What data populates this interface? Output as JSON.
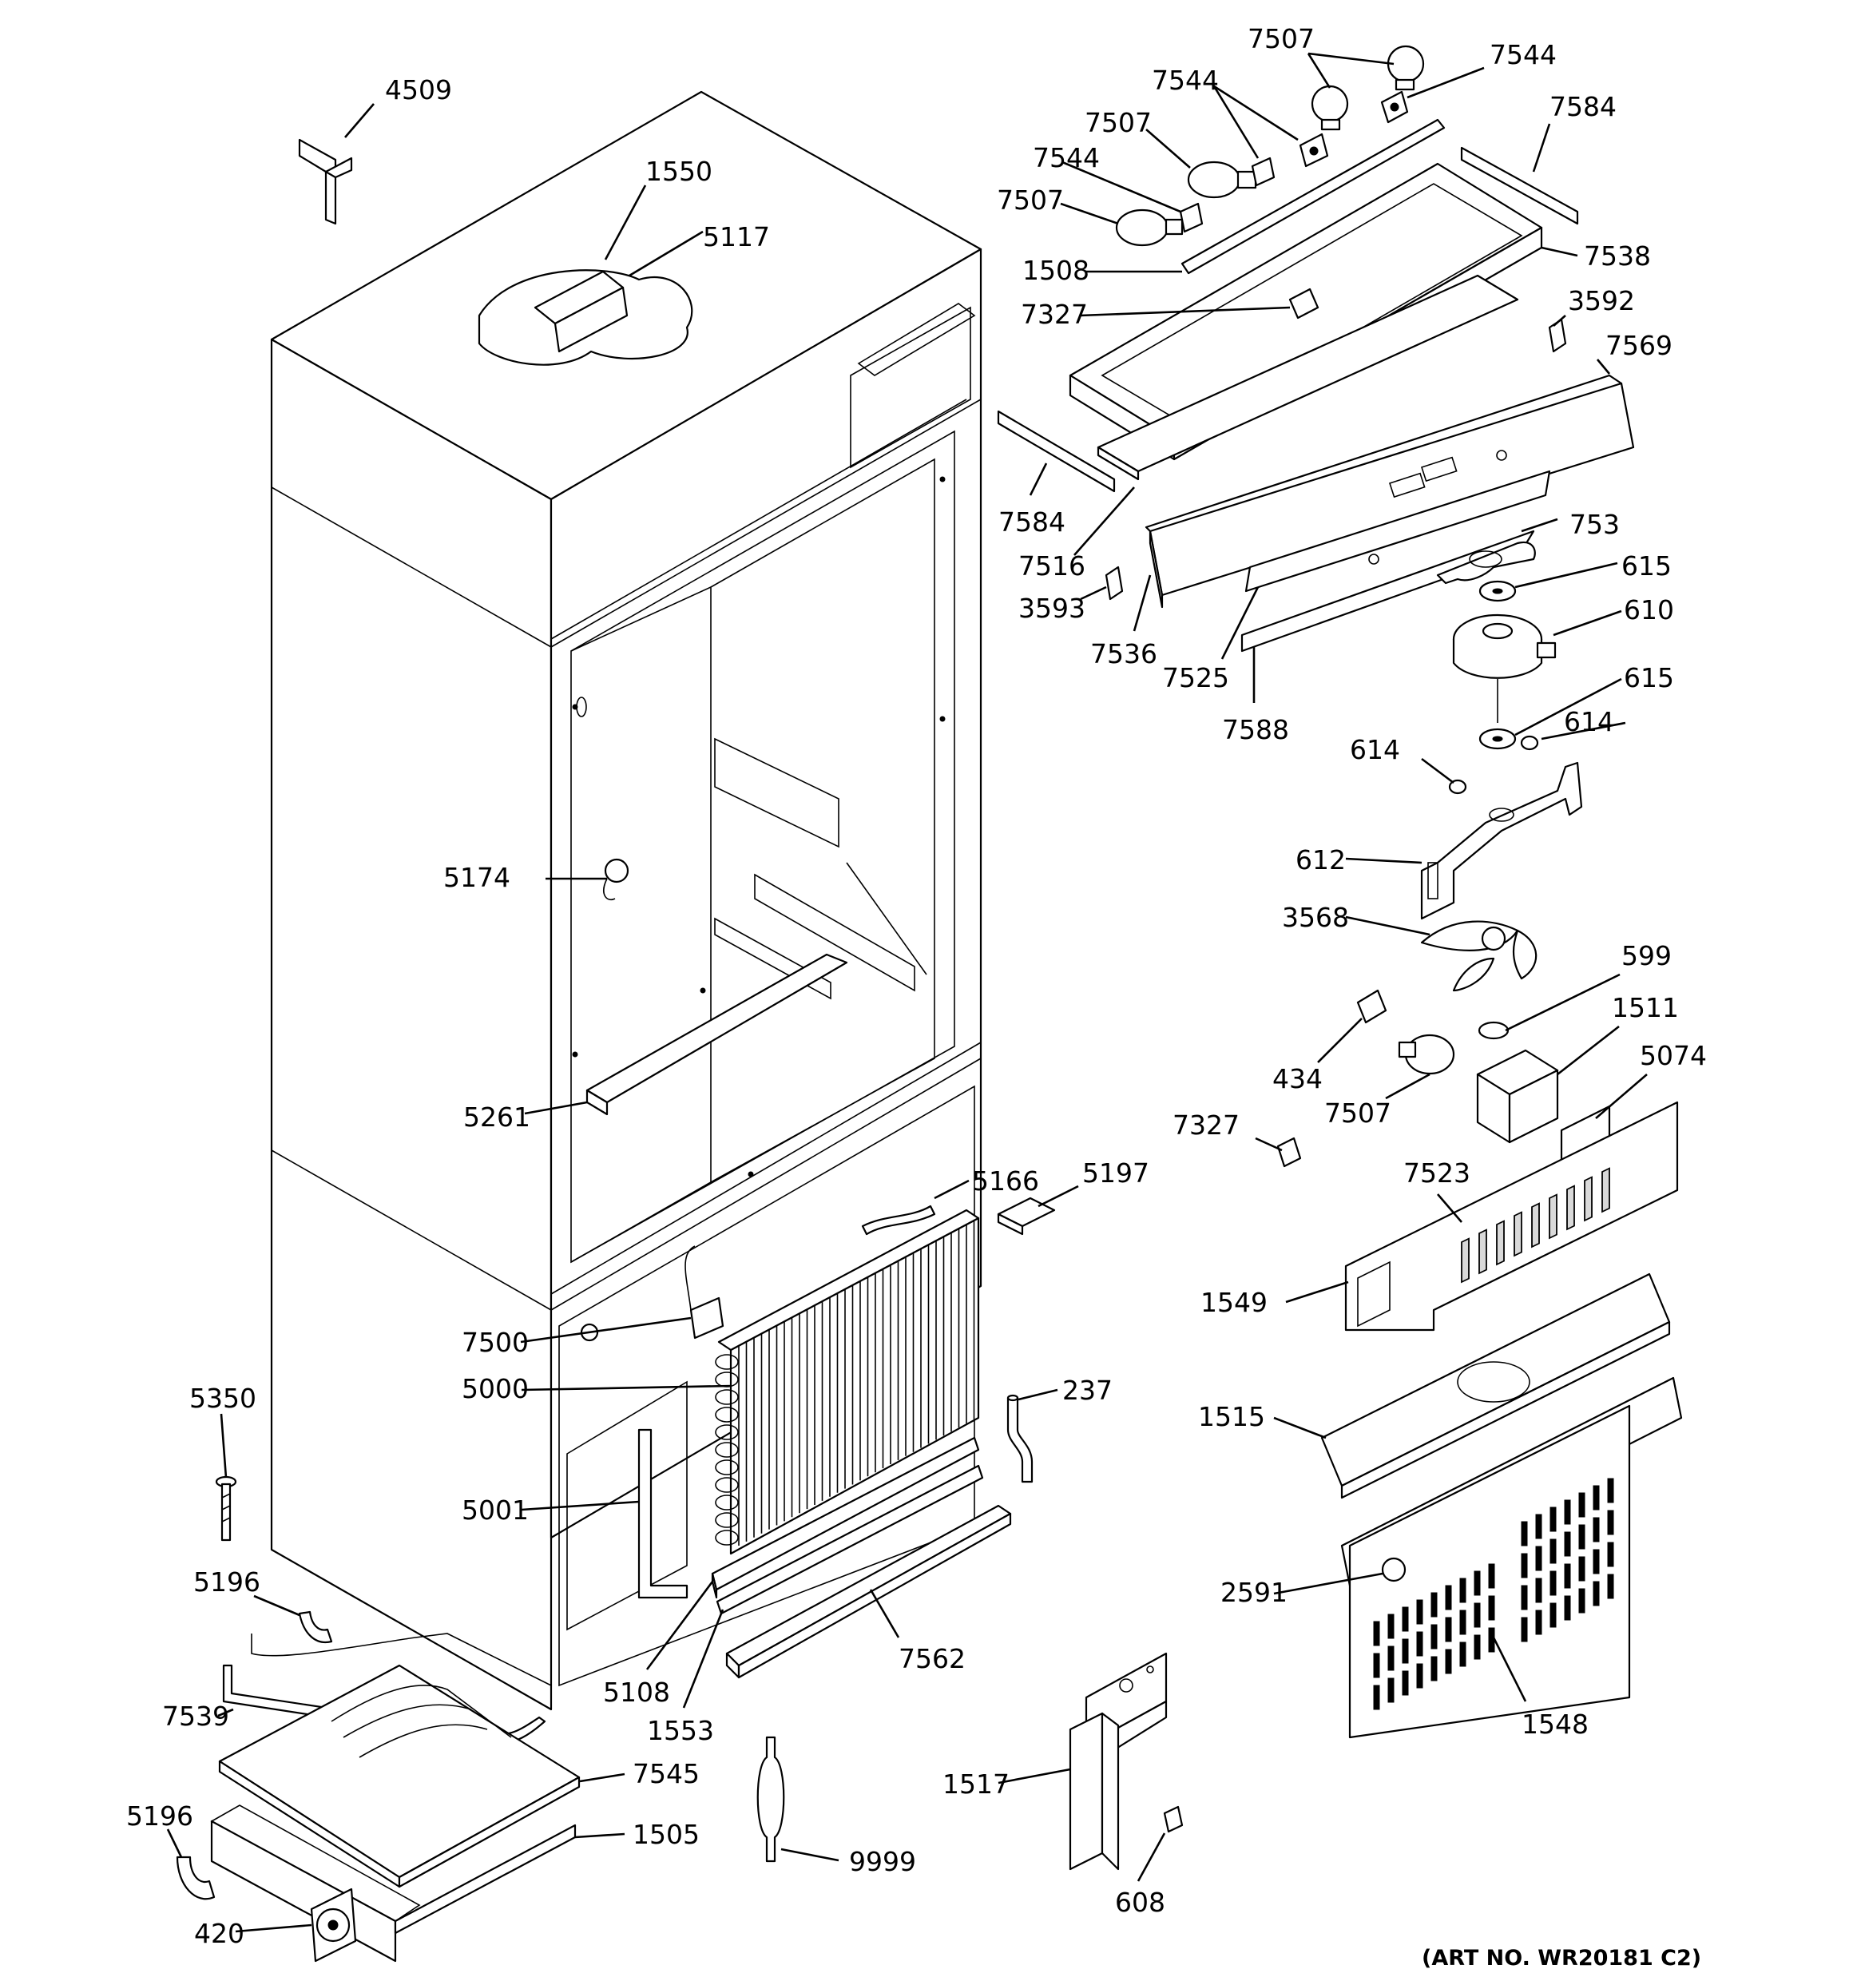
{
  "art_number": "(ART NO. WR20181 C2)",
  "callouts": [
    {
      "id": "4509",
      "label": "4509"
    },
    {
      "id": "1550",
      "label": "1550"
    },
    {
      "id": "5117",
      "label": "5117"
    },
    {
      "id": "5174",
      "label": "5174"
    },
    {
      "id": "5261",
      "label": "5261"
    },
    {
      "id": "7500",
      "label": "7500"
    },
    {
      "id": "5000",
      "label": "5000"
    },
    {
      "id": "5001",
      "label": "5001"
    },
    {
      "id": "5350",
      "label": "5350"
    },
    {
      "id": "5196a",
      "label": "5196"
    },
    {
      "id": "7539",
      "label": "7539"
    },
    {
      "id": "7545",
      "label": "7545"
    },
    {
      "id": "5196b",
      "label": "5196"
    },
    {
      "id": "1505",
      "label": "1505"
    },
    {
      "id": "420",
      "label": "420"
    },
    {
      "id": "5108",
      "label": "5108"
    },
    {
      "id": "1553",
      "label": "1553"
    },
    {
      "id": "7562",
      "label": "7562"
    },
    {
      "id": "9999",
      "label": "9999"
    },
    {
      "id": "5166",
      "label": "5166"
    },
    {
      "id": "5197",
      "label": "5197"
    },
    {
      "id": "237",
      "label": "237"
    },
    {
      "id": "1517",
      "label": "1517"
    },
    {
      "id": "608",
      "label": "608"
    },
    {
      "id": "7507a",
      "label": "7507"
    },
    {
      "id": "7544a",
      "label": "7544"
    },
    {
      "id": "7544b",
      "label": "7544"
    },
    {
      "id": "7507b",
      "label": "7507"
    },
    {
      "id": "7544c",
      "label": "7544"
    },
    {
      "id": "7507c",
      "label": "7507"
    },
    {
      "id": "7584a",
      "label": "7584"
    },
    {
      "id": "1508",
      "label": "1508"
    },
    {
      "id": "7538",
      "label": "7538"
    },
    {
      "id": "7327a",
      "label": "7327"
    },
    {
      "id": "3592",
      "label": "3592"
    },
    {
      "id": "7569",
      "label": "7569"
    },
    {
      "id": "7584b",
      "label": "7584"
    },
    {
      "id": "7516",
      "label": "7516"
    },
    {
      "id": "753",
      "label": "753"
    },
    {
      "id": "3593",
      "label": "3593"
    },
    {
      "id": "615a",
      "label": "615"
    },
    {
      "id": "610",
      "label": "610"
    },
    {
      "id": "7536",
      "label": "7536"
    },
    {
      "id": "7525",
      "label": "7525"
    },
    {
      "id": "615b",
      "label": "615"
    },
    {
      "id": "7588",
      "label": "7588"
    },
    {
      "id": "614a",
      "label": "614"
    },
    {
      "id": "614b",
      "label": "614"
    },
    {
      "id": "612",
      "label": "612"
    },
    {
      "id": "3568",
      "label": "3568"
    },
    {
      "id": "599",
      "label": "599"
    },
    {
      "id": "1511",
      "label": "1511"
    },
    {
      "id": "434",
      "label": "434"
    },
    {
      "id": "5074",
      "label": "5074"
    },
    {
      "id": "7507d",
      "label": "7507"
    },
    {
      "id": "7327b",
      "label": "7327"
    },
    {
      "id": "7523",
      "label": "7523"
    },
    {
      "id": "1549",
      "label": "1549"
    },
    {
      "id": "1515",
      "label": "1515"
    },
    {
      "id": "2591",
      "label": "2591"
    },
    {
      "id": "1548",
      "label": "1548"
    }
  ]
}
